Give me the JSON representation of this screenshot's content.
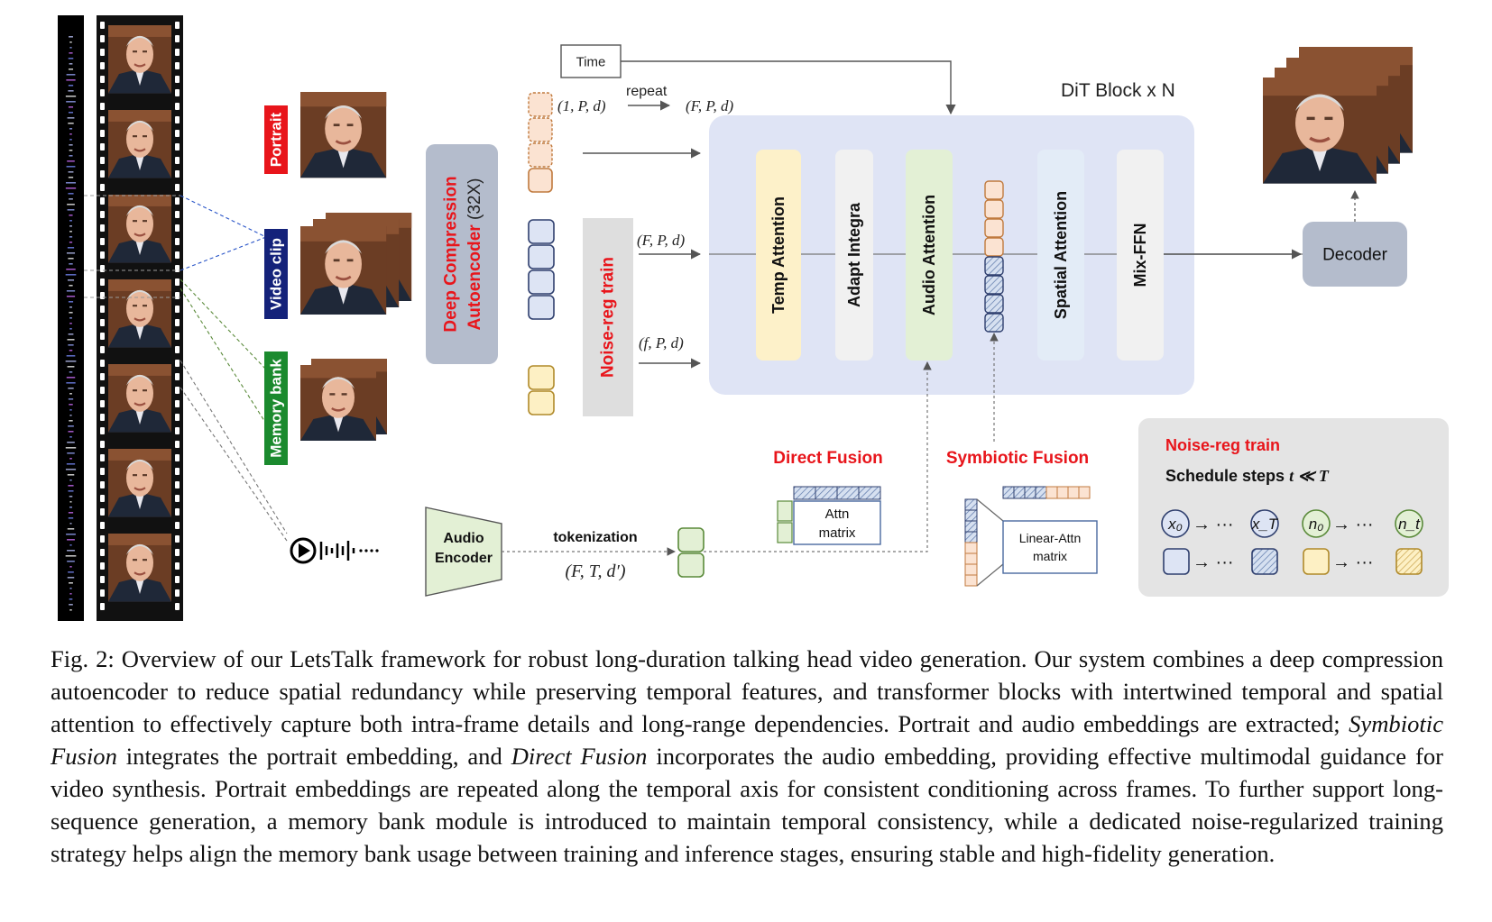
{
  "figure": {
    "inputs": {
      "portrait": "Portrait",
      "video_clip": "Video clip",
      "memory_bank": "Memory bank"
    },
    "encoder": {
      "line1": "Deep Compression",
      "line2": "Autoencoder",
      "line2_suffix": " (32X)"
    },
    "time_label": "Time",
    "repeat_label": "repeat",
    "shape_1Pd": "(1, P, d)",
    "shape_FPd_top": "(F, P, d)",
    "shape_FPd": "(F, P, d)",
    "shape_fPd": "(f, P, d)",
    "noise_reg_vertical": "Noise-reg train",
    "dit_title": "DiT Block x N",
    "dit_blocks": [
      "Temp Attention",
      "Adapt Integra",
      "Audio Attention",
      "Spatial Attention",
      "Mix-FFN"
    ],
    "decoder_label": "Decoder",
    "audio_encoder": {
      "line1": "Audio",
      "line2": "Encoder"
    },
    "tokenization_label": "tokenization",
    "shape_FTd": "(F, T, d′)",
    "direct_fusion_title": "Direct  Fusion",
    "attn_matrix": {
      "line1": "Attn",
      "line2": "matrix"
    },
    "symbiotic_fusion_title": "Symbiotic Fusion",
    "linear_attn_matrix": {
      "line1": "Linear-Attn",
      "line2": "matrix"
    },
    "noise_panel": {
      "title": "Noise-reg train",
      "schedule_prefix": "Schedule steps ",
      "schedule_math": "t ≪ T",
      "x0": "x₀",
      "xT": "x_T",
      "n0": "n₀",
      "nt": "n_t",
      "dots": "→ ···"
    }
  },
  "caption": {
    "prefix": "Fig. 2: Overview of our LetsTalk framework for robust long-duration talking head video generation. Our system combines a deep compression autoencoder to reduce spatial redundancy while preserving temporal features, and transformer blocks with intertwined temporal and spatial attention to effectively capture both intra-frame details and long-range dependencies. Portrait and audio embeddings are extracted; ",
    "italic1": "Symbiotic Fusion",
    "mid": " integrates the portrait embedding, and ",
    "italic2": "Direct Fusion",
    "suffix": " incorporates the audio embedding, providing effective multimodal guidance for video synthesis. Portrait embeddings are repeated along the temporal axis for consistent conditioning across frames. To further support long-sequence generation, a memory bank module is introduced to maintain temporal consistency, while a dedicated noise-regularized training strategy helps align the memory bank usage between training and inference stages, ensuring stable and high-fidelity generation."
  },
  "colors": {
    "portrait_red": "#e8151b",
    "video_blue": "#14227a",
    "memory_green": "#1b8a2e",
    "dit_bg": "#dfe4f5",
    "temp_yellow": "#fdf1c9",
    "audio_green": "#e3f0d5",
    "spatial_blue": "#e3ecf7",
    "decoder_grey": "#b4bccc",
    "red_text": "#e8151b"
  }
}
